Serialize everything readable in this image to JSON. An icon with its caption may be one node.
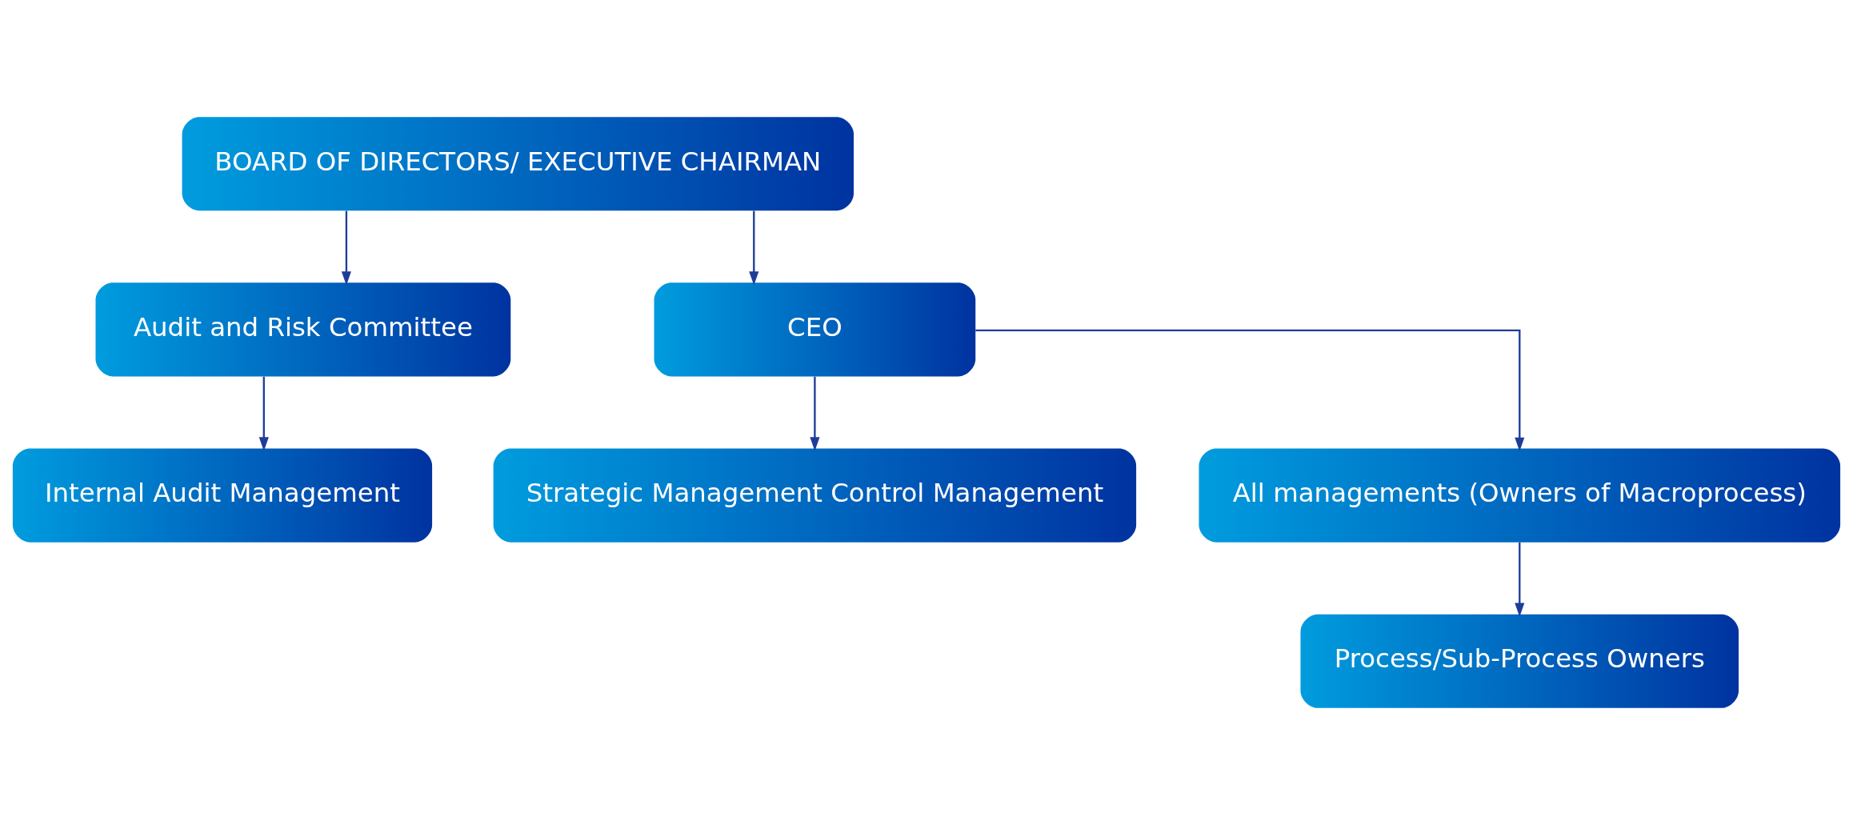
{
  "diagram": {
    "nodes": [
      {
        "text": [
          "BOARD OF DIRECTORS/ EXECUTIVE CHAIRMAN"
        ]
      },
      {
        "text": [
          "Audit and Risk Committee"
        ]
      },
      {
        "text": [
          "CEO"
        ]
      },
      {
        "text": [
          "Internal Audit Management"
        ]
      },
      {
        "text": [
          "Strategic Management Control Management"
        ]
      },
      {
        "text": [
          "All managements (Owners of Macroprocess)"
        ]
      },
      {
        "text": [
          "Process/Sub-Process Owners"
        ]
      }
    ],
    "edges": [
      {
        "from": 0,
        "to": 1,
        "arrow": "to"
      },
      {
        "from": 0,
        "to": 2,
        "arrow": "to"
      },
      {
        "from": 1,
        "to": 3,
        "arrow": "to"
      },
      {
        "from": 2,
        "to": 4,
        "arrow": "to"
      },
      {
        "from": 2,
        "to": 5,
        "arrow": "to"
      },
      {
        "from": 5,
        "to": 6,
        "arrow": "to"
      }
    ]
  }
}
